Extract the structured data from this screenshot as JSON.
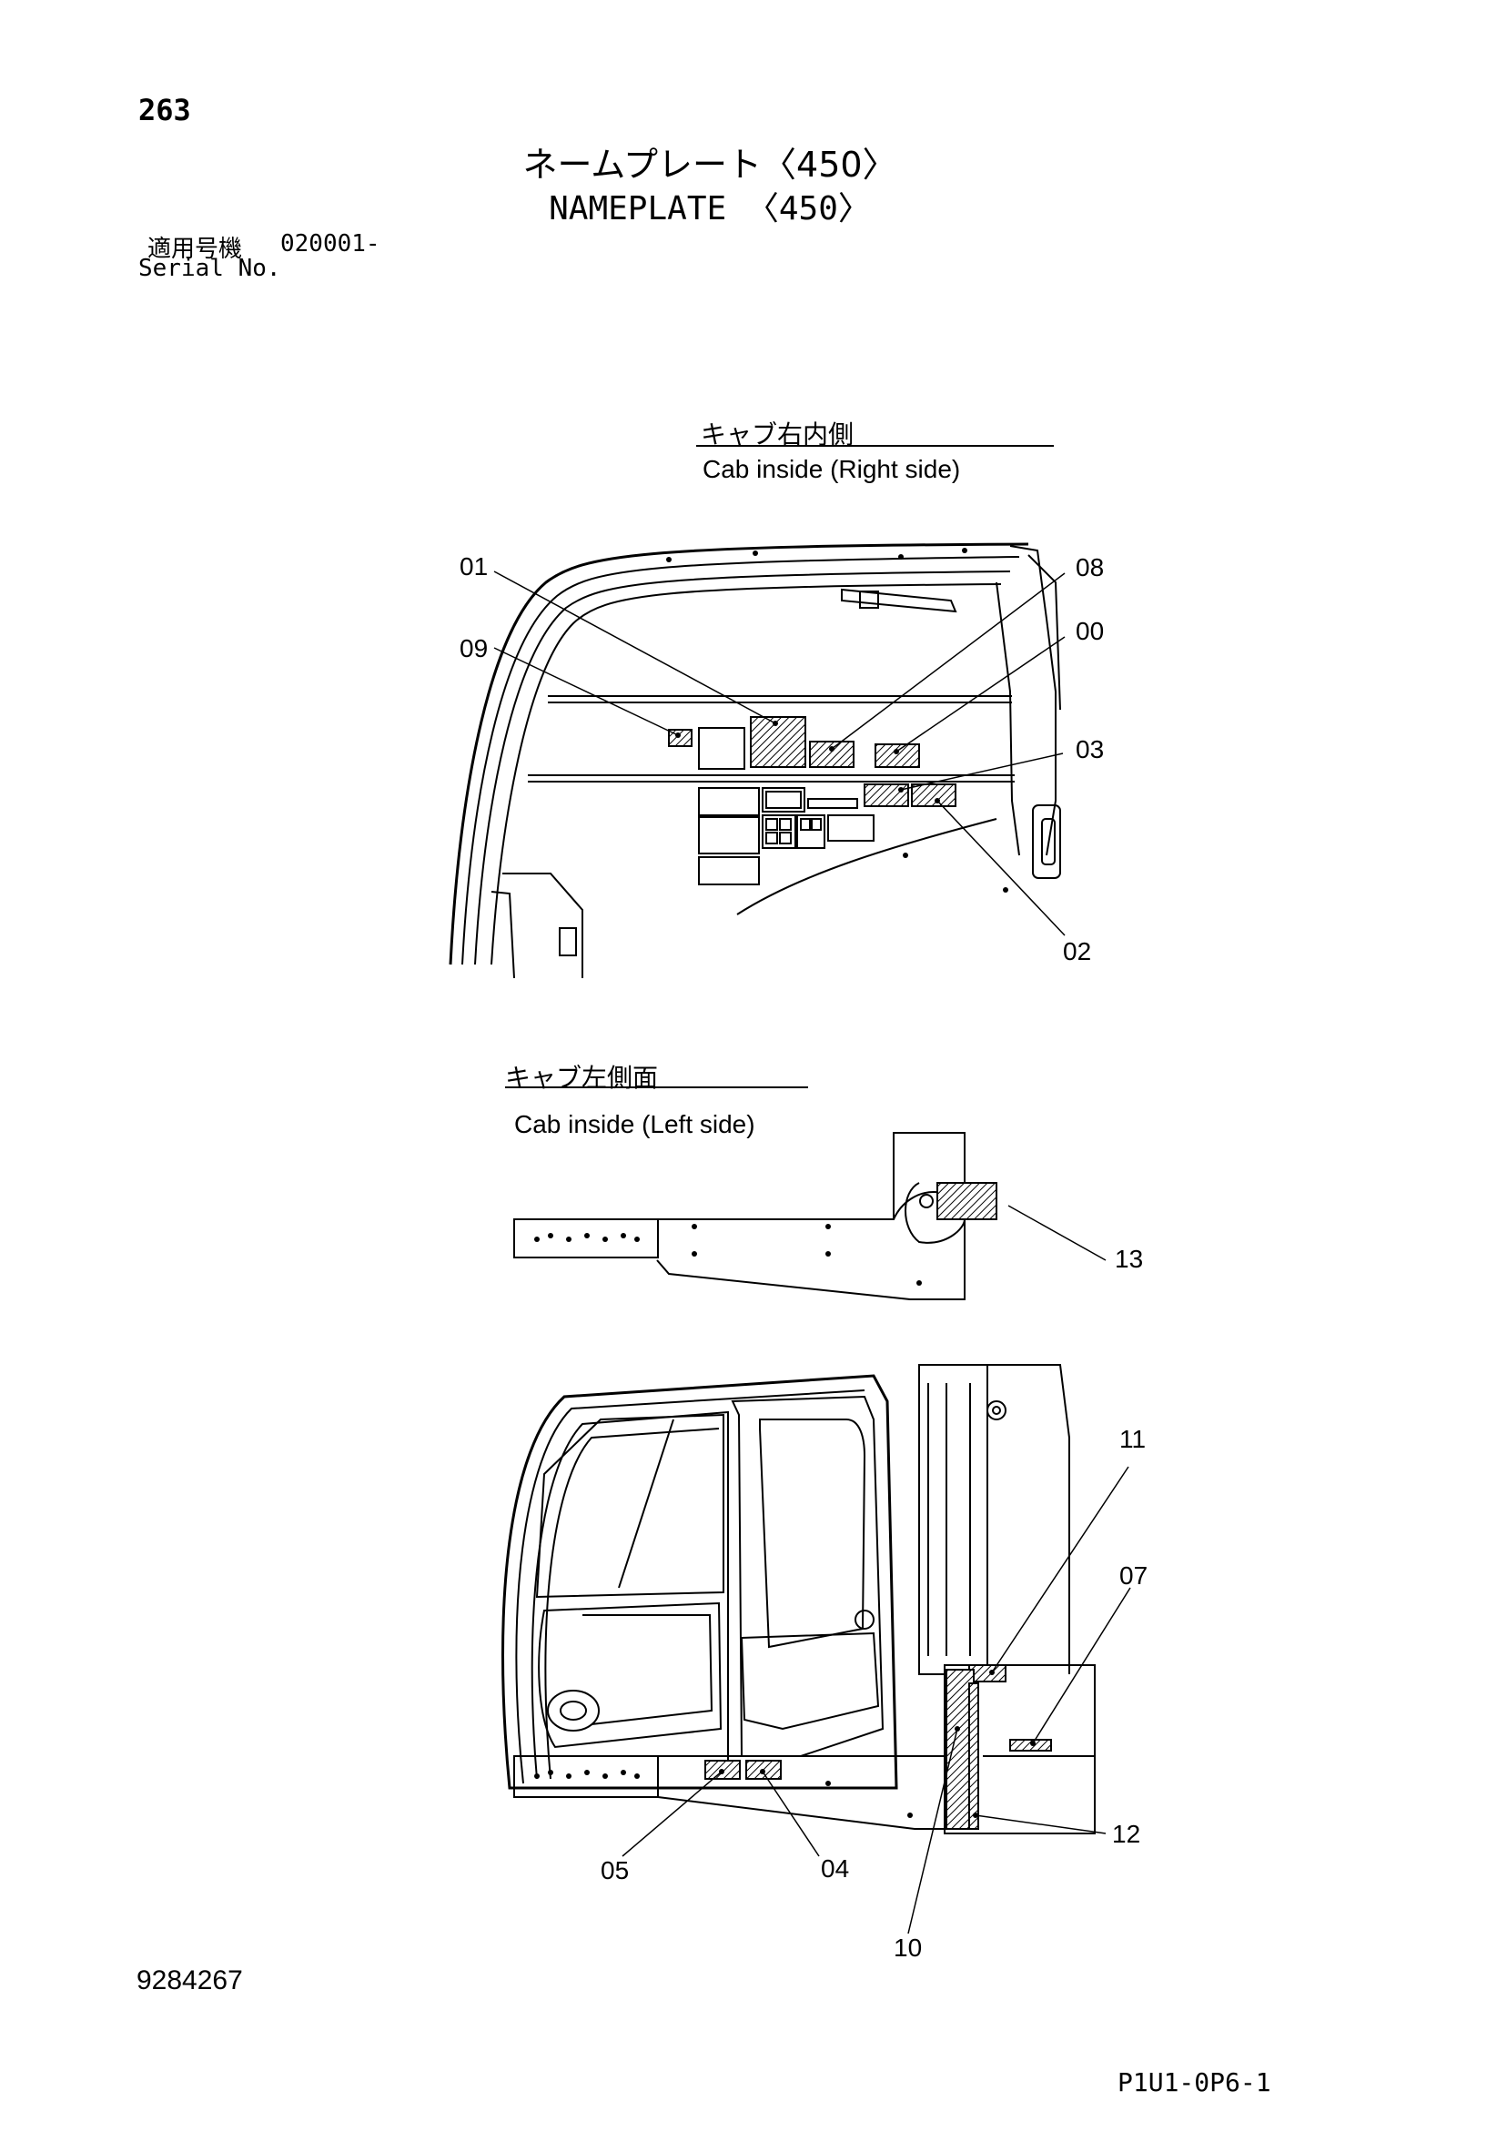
{
  "header": {
    "page_number": "263",
    "title_jp": "ネームプレート〈450〉",
    "title_en": "NAMEPLATE 〈450〉",
    "serial_label_jp": "適用号機",
    "serial_value": "020001-",
    "serial_label_en": "Serial No."
  },
  "views": {
    "right": {
      "label_jp": "キャブ右内側",
      "label_en": "Cab inside (Right side)"
    },
    "left": {
      "label_jp": "キャブ左側面",
      "label_en": "Cab inside (Left side)"
    }
  },
  "callouts": {
    "c01": "01",
    "c09": "09",
    "c08": "08",
    "c00": "00",
    "c03": "03",
    "c02": "02",
    "c13": "13",
    "c11": "11",
    "c07": "07",
    "c12": "12",
    "c05": "05",
    "c04": "04",
    "c10": "10"
  },
  "footer": {
    "document_number": "9284267",
    "page_code": "P1U1-0P6-1"
  }
}
